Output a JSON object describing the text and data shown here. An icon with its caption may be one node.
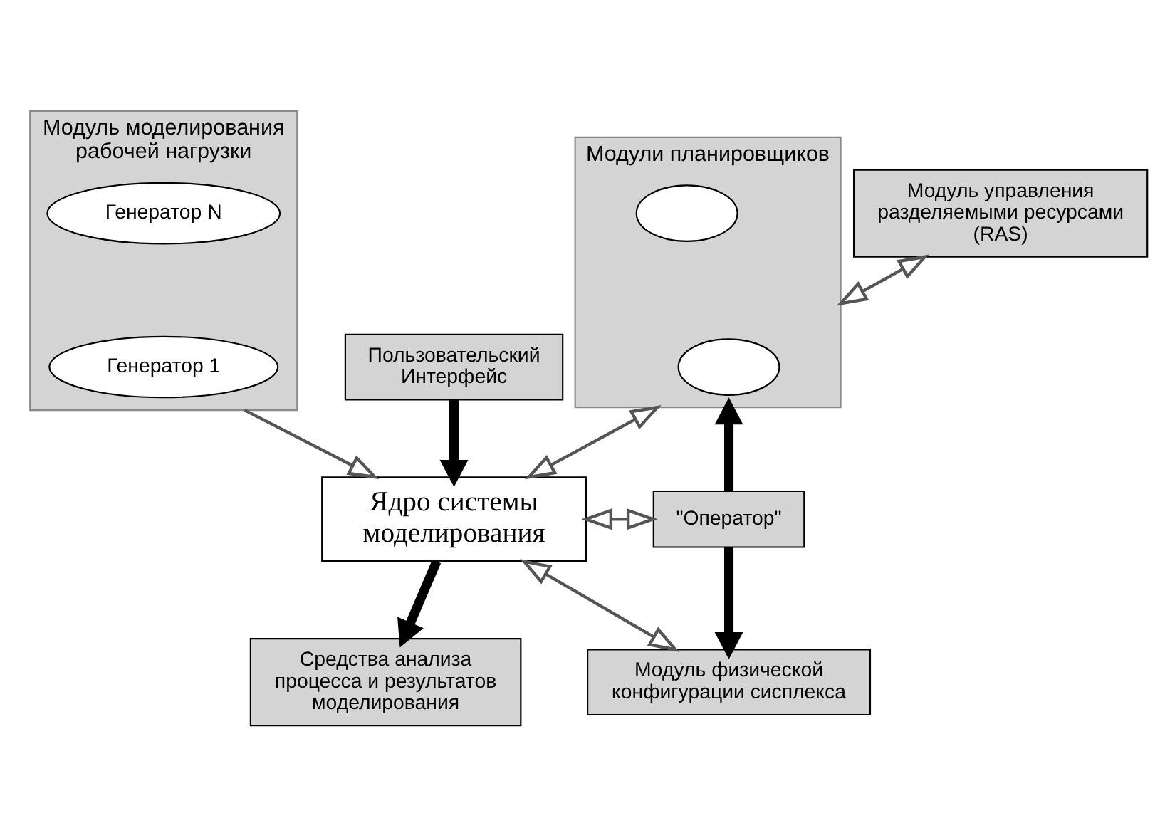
{
  "diagram": {
    "nodes": [
      {
        "text": [
          "Модули планировщиков"
        ]
      },
      {
        "text": [],
        "shape": "ellipse",
        "in": 0
      },
      {
        "text": [],
        "shape": "ellipse",
        "in": 0
      },
      {
        "text": [
          "Модуль управления разделяемыми ресурсами (RAS)"
        ]
      },
      {
        "text": [
          "Модуль моделирования рабочей нагрузки"
        ]
      },
      {
        "text": [
          "Генератор 1"
        ],
        "in": 4
      },
      {
        "text": [
          "Генератор N"
        ],
        "in": 4
      },
      {
        "text": [
          "Ядро системы моделирования"
        ]
      },
      {
        "text": [
          "\"Оператор\""
        ]
      },
      {
        "text": [
          "Модуль физической конфигурации сисплекса"
        ]
      },
      {
        "text": [
          "Пользовательский Интерфейс"
        ]
      },
      {
        "text": [
          "Средства анализа процесса и результатов моделирования"
        ]
      }
    ],
    "edges": [
      {
        "from": 3,
        "to": 0,
        "arrow": "both"
      },
      {
        "from": 0,
        "to": 7,
        "arrow": "both"
      },
      {
        "from": 4,
        "to": 7,
        "arrow": "to"
      },
      {
        "from": 7,
        "to": 8,
        "arrow": "both"
      },
      {
        "from": 7,
        "to": 9,
        "arrow": "both"
      },
      {
        "from": 8,
        "to": 0,
        "arrow": "to",
        "style": "thick"
      },
      {
        "from": 8,
        "to": 9,
        "arrow": "to",
        "style": "thick"
      },
      {
        "from": 10,
        "to": 7,
        "arrow": "to",
        "style": "thick"
      },
      {
        "from": 7,
        "to": 11,
        "arrow": "to",
        "style": "thick"
      }
    ]
  }
}
